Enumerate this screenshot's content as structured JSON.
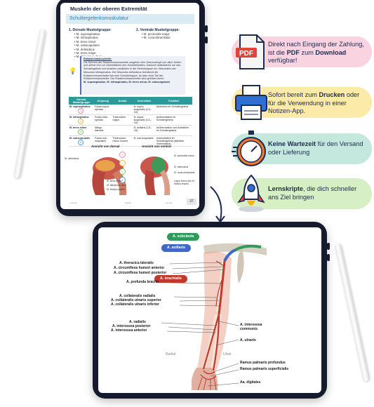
{
  "page1": {
    "title": "Muskeln der oberen Extremität",
    "subtitle": "Schultergelenksmuskulatur",
    "dorsal_head": "1.   Dorsale Muskelgruppe:",
    "dorsal_items": [
      "M. supraspinatus",
      "M. infraspinatus",
      "M. teres minor",
      "M. subscapularis",
      "M. deltoideus",
      "M. teres major",
      "M. latissimus dorsi"
    ],
    "ventral_head": "2.   Ventrale Muskelgruppe:",
    "ventral_items": [
      "M. pectoralis major",
      "M. coracobrachialis"
    ],
    "info_title": "Rotatorenmanschette:",
    "info_text": "Die Sehnen der Rotatorenmanschette umgeben den Oberarmkopf von allen Seiten und ziehen ihn zur Gelenkfläche des Schulterblattes. Dadurch stabilisieren sie das Schultergelenk und strahlen zusätzlich in die Gelenkkapsel ein. Besonders der Musculus infraspinatus. Der Musculus deltoideus überdeckt die Rotatorenmanschette wie eine Schulterkappe, ist aber nicht Teil der Rotatorenmanschette. Die Rotatorenmanschette wird gebildet durch:",
    "info_bold": "M. supraspinatus, M. infraspinatus, M. teres minor, M. subscapularis",
    "table_headers": [
      "Dorsale Muskelgruppe",
      "Ursprung",
      "Ansatz",
      "Innervation",
      "Funktion"
    ],
    "table_rows": [
      {
        "name": "M. supraspinatus",
        "num": "1",
        "ursprung": "Fossa supra-spinata",
        "ansatz": "",
        "innervation": "N. supra-scapularis (C4–C6)",
        "funktion": "Abduktion im Schultergelenk"
      },
      {
        "name": "M. infraspinatus",
        "num": "2",
        "ursprung": "Fossa infra-spinata",
        "ansatz": "Tuberculum majus",
        "innervation": "N. supra-scapularis (C4–C6)",
        "funktion": "Außenrotation im Schultergelenk"
      },
      {
        "name": "M. teres minor",
        "num": "3",
        "ursprung": "Margo lateralis",
        "ansatz": "",
        "innervation": "N. axillaris (C5–C6)",
        "funktion": "Außenrotation und Adduktion im Schultergelenk"
      },
      {
        "name": "M. subscapularis",
        "num": "4",
        "ursprung": "Fossa sub-scapularis",
        "ansatz": "Tuberculum minus humeri",
        "innervation": "N. sub-scapularis",
        "funktion": "Innenrotation im Schultergelenk (stärkster Innenrotator)"
      }
    ],
    "fig_dorsal": "Ansicht von dorsal",
    "fig_ventral": "Ansicht von ventral",
    "fig_labels_left": [
      "M. deltoideus",
      "M. teres major",
      "M. latissimus dorsi",
      "M. triceps brachii"
    ],
    "fig_labels_right": [
      "M. pectoralis minor",
      "M. deltoideus",
      "M. coracobrachialis",
      "Caput breve des M. biceps brachii"
    ],
    "fig_nums": [
      "1",
      "2",
      "3",
      "4"
    ],
    "page_number": "37",
    "footer": [
      "Lateral",
      "Medial",
      "Lateral"
    ]
  },
  "features": [
    {
      "icon": "pdf-file-icon",
      "text_pre": "Direkt nach Eingang der Zahlung, ist die ",
      "bold1": "PDF",
      "text_mid": " zum ",
      "bold2": "Download",
      "text_post": " verfügbar!",
      "color": "#f9d3df"
    },
    {
      "icon": "printer-icon",
      "text_pre": "Sofort bereit zum ",
      "bold1": "Drucken",
      "text_mid": " oder für die Verwendung in einer Notizen-App.",
      "bold2": "",
      "text_post": "",
      "color": "#fbeaa8"
    },
    {
      "icon": "stopwatch-icon",
      "text_pre": "",
      "bold1": "Keine Wartezeit",
      "text_mid": " für den Versand oder Lieferung",
      "bold2": "",
      "text_post": "",
      "color": "#c4e8de"
    },
    {
      "icon": "rocket-icon",
      "text_pre": "",
      "bold1": "Lernskripte",
      "text_mid": ", die dich schneller ans Ziel bringen",
      "bold2": "",
      "text_post": "",
      "color": "#d6efc4"
    }
  ],
  "page2": {
    "badges": [
      "A. subclavia",
      "A. axillaris",
      "A. brachialis"
    ],
    "left_labels": [
      "A. thoracica lateralis",
      "A. circumflexa humeri anterior",
      "A. circumflexa humeri posterior",
      "A. profunda brachii",
      "A. collateralis radialis",
      "A. collateralis ulnaris superior",
      "A. collateralis ulnaris inferior",
      "A. radialis",
      "A. interossea posterior",
      "A. interossea anterior"
    ],
    "right_labels": [
      "A. interossea communis",
      "A. ulnaris",
      "Ramus palmaris profundus",
      "Ramus palmaris superficialis",
      "Aa. digitales"
    ],
    "radial": "Radial",
    "ulnar": "Ulnar"
  },
  "colors": {
    "tablet": "#151b2d",
    "teal": "#2c9a9a",
    "subclavia": "#2f9a5a",
    "axillaris": "#3f68c8",
    "brachialis": "#c0392b"
  }
}
